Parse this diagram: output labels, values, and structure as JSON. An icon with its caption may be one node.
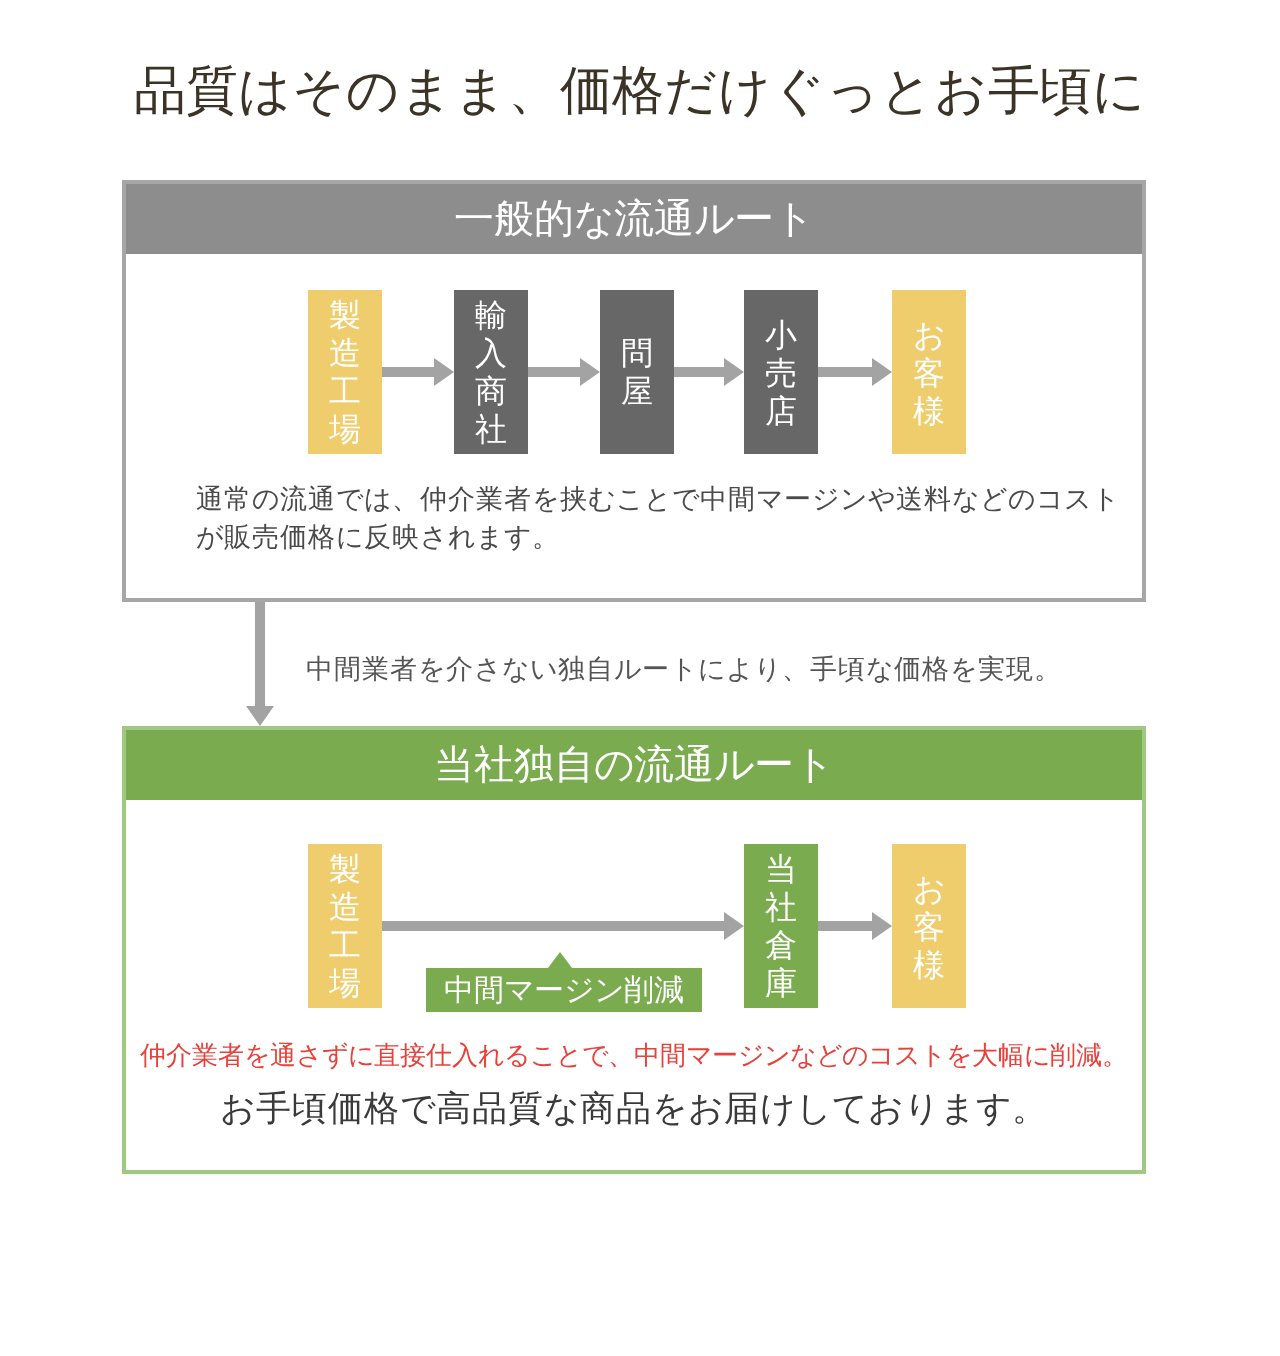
{
  "diagram": {
    "title": "品質はそのまま、価格だけぐっとお手頃に",
    "nodes": [
      {
        "text": [
          "一般的な流通ルート",
          "通常の流通では、仲介業者を挟むことで中間マージンや送料などのコストが販売価格に反映されます。"
        ]
      },
      {
        "text": [
          "製造工場"
        ],
        "in": 0
      },
      {
        "text": [
          "輸入商社"
        ],
        "in": 0
      },
      {
        "text": [
          "問屋"
        ],
        "in": 0
      },
      {
        "text": [
          "小売店"
        ],
        "in": 0
      },
      {
        "text": [
          "お客様"
        ],
        "in": 0
      },
      {
        "text": [
          "当社独自の流通ルート",
          "仲介業者を通さずに直接仕入れることで、中間マージンなどのコストを大幅に削減。",
          "お手頃価格で高品質な商品をお届けしております。"
        ]
      },
      {
        "text": [
          "製造工場"
        ],
        "in": 6
      },
      {
        "text": [
          "当社倉庫"
        ],
        "in": 6
      },
      {
        "text": [
          "お客様"
        ],
        "in": 6
      },
      {
        "text": [
          "中間マージン削減"
        ],
        "in": 6
      }
    ],
    "edges": [
      {
        "from": 1,
        "to": 2,
        "arrow": "to"
      },
      {
        "from": 2,
        "to": 3,
        "arrow": "to"
      },
      {
        "from": 3,
        "to": 4,
        "arrow": "to"
      },
      {
        "from": 4,
        "to": 5,
        "arrow": "to"
      },
      {
        "from": 0,
        "to": 6,
        "arrow": "to",
        "label": "中間業者を介さない独自ルートにより、手頃な価格を実現。"
      },
      {
        "from": 7,
        "to": 8,
        "arrow": "to"
      },
      {
        "from": 8,
        "to": 9,
        "arrow": "to"
      }
    ]
  }
}
